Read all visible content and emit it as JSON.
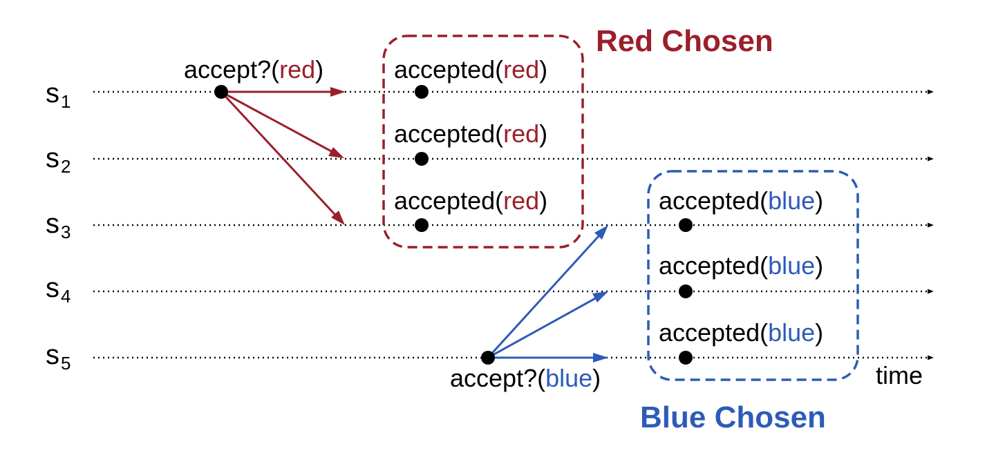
{
  "colors": {
    "red": "#9b1f2a",
    "blue": "#2d5bb7",
    "ink": "#000000"
  },
  "servers": [
    {
      "letter": "s",
      "sub": "1"
    },
    {
      "letter": "s",
      "sub": "2"
    },
    {
      "letter": "s",
      "sub": "3"
    },
    {
      "letter": "s",
      "sub": "4"
    },
    {
      "letter": "s",
      "sub": "5"
    }
  ],
  "axis": {
    "label": "time"
  },
  "proposals": {
    "red": {
      "prefix": "accept?(",
      "value": "red",
      "suffix": ")"
    },
    "blue": {
      "prefix": "accept?(",
      "value": "blue",
      "suffix": ")"
    }
  },
  "accepted": {
    "prefix": "accepted(",
    "suffix": ")",
    "red": [
      {
        "server": "s1",
        "value": "red"
      },
      {
        "server": "s2",
        "value": "red"
      },
      {
        "server": "s3",
        "value": "red"
      }
    ],
    "blue": [
      {
        "server": "s3",
        "value": "blue"
      },
      {
        "server": "s4",
        "value": "blue"
      },
      {
        "server": "s5",
        "value": "blue"
      }
    ]
  },
  "groups": {
    "red_title": "Red Chosen",
    "blue_title": "Blue Chosen"
  }
}
